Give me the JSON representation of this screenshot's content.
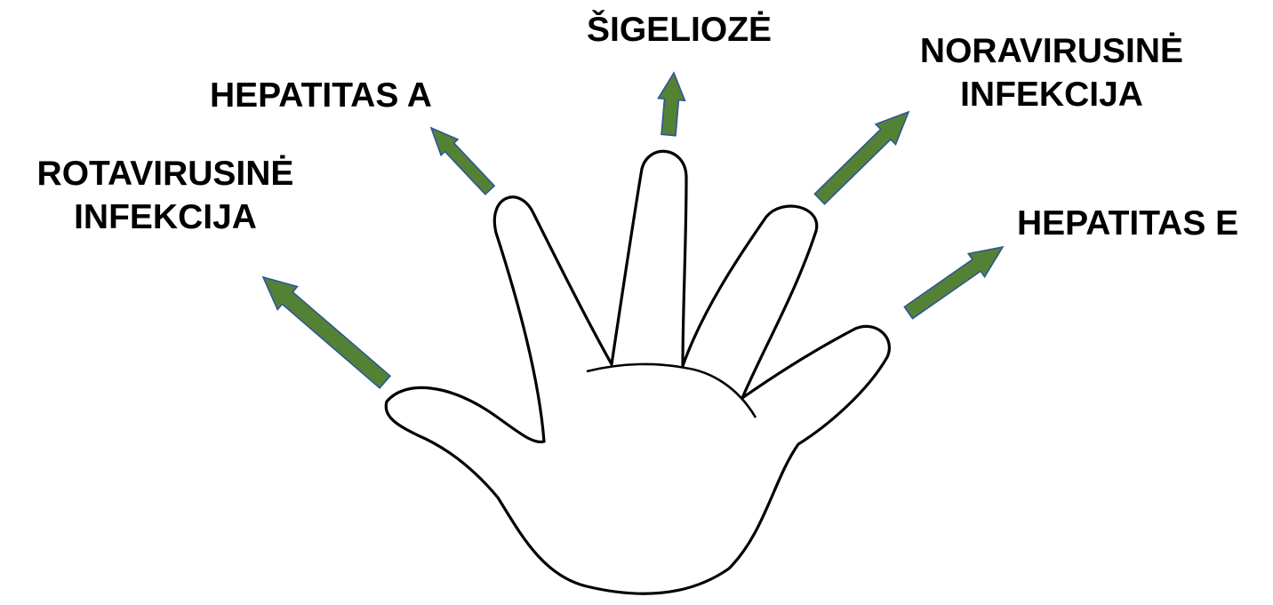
{
  "diagram": {
    "colors": {
      "arrow_fill": "#548235",
      "arrow_stroke": "#2f5597",
      "hand_outline": "#000000",
      "germ_fill": "#e6e6e6",
      "text": "#000000"
    },
    "labels": {
      "rotavirus": [
        "ROTAVIRUSINĖ",
        "INFEKCIJA"
      ],
      "hepatitis_a": "HEPATITAS A",
      "shigellosis": "ŠIGELIOZĖ",
      "norovirus": [
        "NORAVIRUSINĖ",
        "INFEKCIJA"
      ],
      "hepatitis_e": "HEPATITAS E"
    },
    "icons": [
      "hand-outline-icon",
      "germ-icon",
      "arrow-icon"
    ]
  }
}
